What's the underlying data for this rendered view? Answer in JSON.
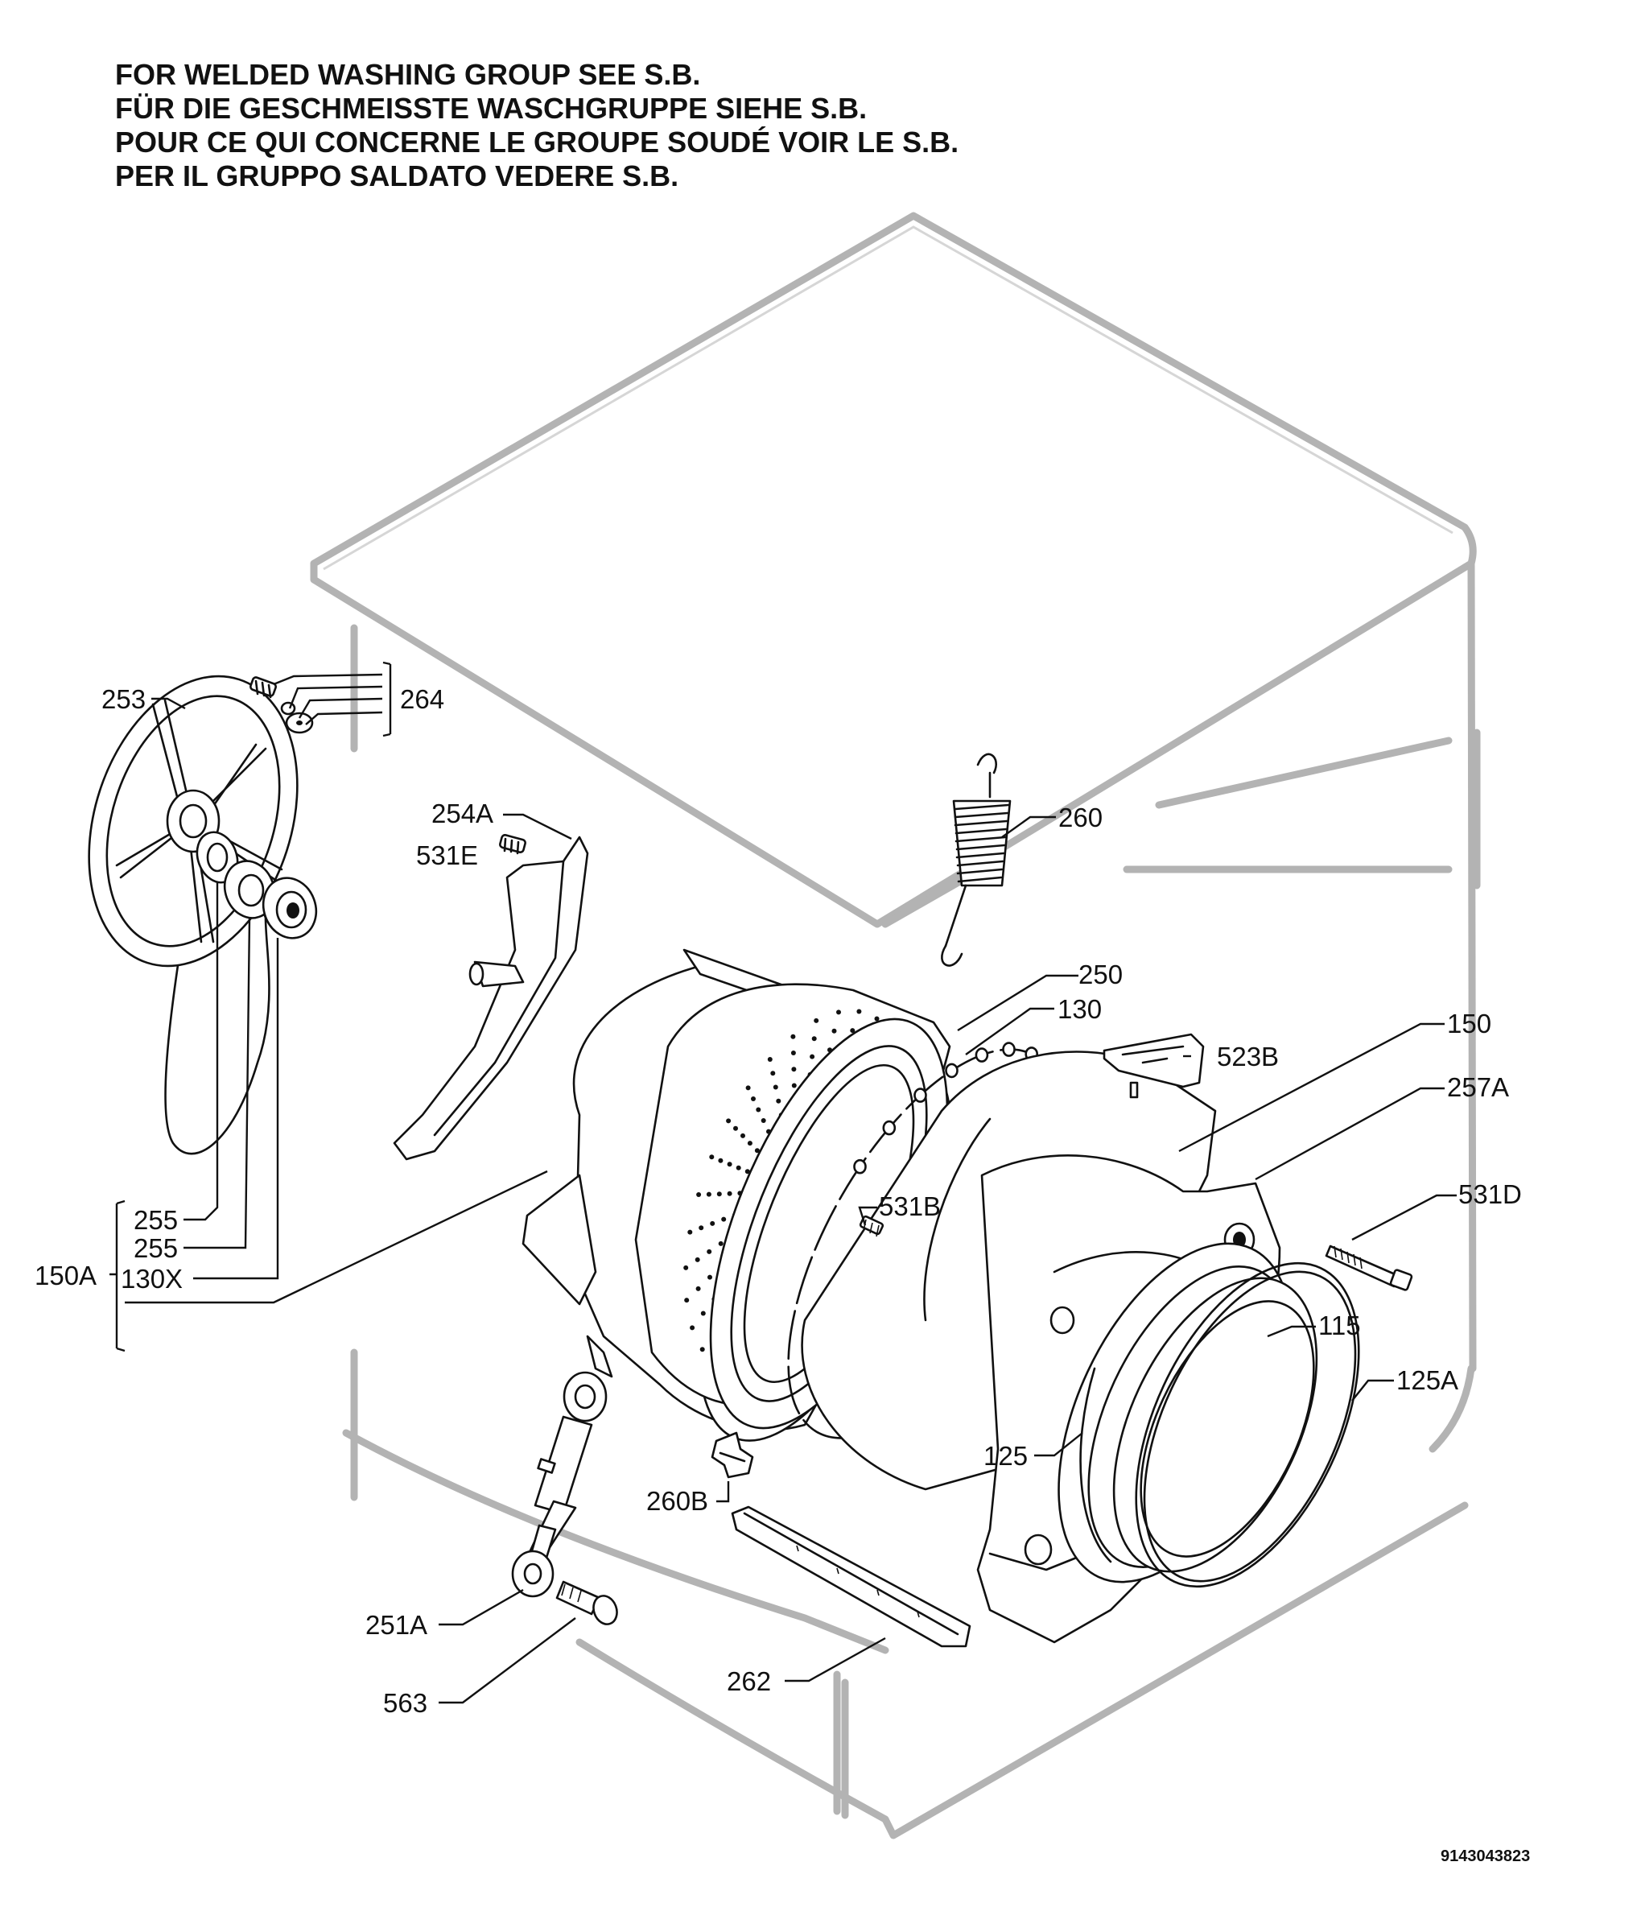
{
  "notes": [
    "FOR WELDED WASHING GROUP SEE S.B.",
    "FÜR DIE GESCHMEISSTE WASCHGRUPPE SIEHE S.B.",
    "POUR CE QUI CONCERNE LE GROUPE SOUDÉ VOIR LE S.B.",
    "PER IL GRUPPO SALDATO VEDERE S.B."
  ],
  "labels": {
    "l253": "253",
    "l264": "264",
    "l254A": "254A",
    "l531E": "531E",
    "l260": "260",
    "l250": "250",
    "l130": "130",
    "l150": "150",
    "l523B": "523B",
    "l257A": "257A",
    "l531D": "531D",
    "l531B": "531B",
    "l255a": "255",
    "l255b": "255",
    "l150A": "150A",
    "l130X": "130X",
    "l115": "115",
    "l125A": "125A",
    "l125": "125",
    "l260B": "260B",
    "l251A": "251A",
    "l563": "563",
    "l262": "262"
  },
  "drawing_code": "9143043823"
}
